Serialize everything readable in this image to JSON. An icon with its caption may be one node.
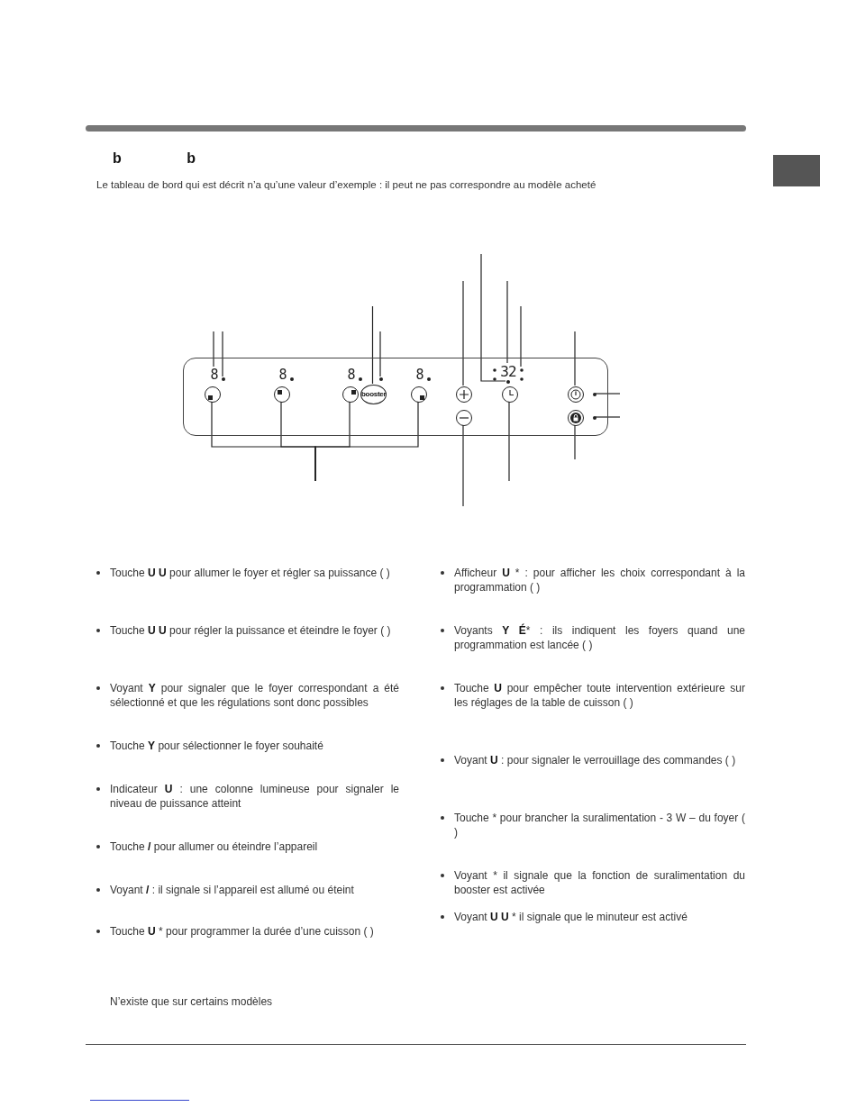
{
  "diagram": {
    "title": "b b",
    "nodes": [
      {
        "text": [],
        "shape": "box"
      },
      {
        "text": [
          "8"
        ],
        "in": 0
      },
      {
        "text": [],
        "shape": "circle",
        "in": 0
      },
      {
        "text": [
          "8"
        ],
        "in": 0
      },
      {
        "text": [],
        "shape": "circle",
        "in": 0
      },
      {
        "text": [
          "8"
        ],
        "in": 0
      },
      {
        "text": [],
        "shape": "circle",
        "in": 0
      },
      {
        "text": [],
        "shape": "circle",
        "in": 0
      },
      {
        "text": [
          "8"
        ],
        "in": 0
      },
      {
        "text": [],
        "shape": "circle",
        "in": 0
      },
      {
        "text": [],
        "shape": "circle",
        "in": 0
      },
      {
        "text": [
          "32"
        ],
        "in": 0
      },
      {
        "text": [],
        "shape": "circle",
        "in": 0
      },
      {
        "text": [],
        "shape": "circle",
        "in": 0
      },
      {
        "text": [],
        "shape": "circle",
        "in": 0
      },
      {
        "text": [],
        "shape": "circle",
        "in": 0
      },
      {
        "text": [],
        "shape": "circle",
        "in": 0
      },
      {
        "text": [
          "booster"
        ],
        "in": 0
      },
      {
        "text": [],
        "shape": "circle",
        "in": 0
      },
      {
        "text": [],
        "shape": "circle",
        "in": 0
      },
      {
        "text": [],
        "shape": "circle",
        "in": 0
      },
      {
        "text": [],
        "shape": "circle",
        "in": 0
      },
      {
        "text": [],
        "shape": "circle",
        "in": 0
      },
      {
        "text": [],
        "shape": "circle",
        "in": 0
      },
      {
        "text": [],
        "shape": "circle",
        "in": 0
      },
      {
        "text": [],
        "shape": "circle",
        "in": 0
      }
    ],
    "edges": [
      {
        "from": null,
        "to": 1,
        "arrow": "none"
      },
      {
        "from": null,
        "to": 2,
        "arrow": "none"
      },
      {
        "from": null,
        "to": 17,
        "arrow": "none"
      },
      {
        "from": null,
        "to": 7,
        "arrow": "none"
      },
      {
        "from": null,
        "to": 19,
        "arrow": "none"
      },
      {
        "from": null,
        "to": 12,
        "arrow": "none"
      },
      {
        "from": null,
        "to": 11,
        "arrow": "none"
      },
      {
        "from": null,
        "to": 13,
        "arrow": "none"
      },
      {
        "from": null,
        "to": 21,
        "arrow": "none"
      },
      {
        "from": null,
        "to": 22,
        "arrow": "none"
      },
      {
        "from": null,
        "to": 25,
        "arrow": "none"
      },
      {
        "from": null,
        "to": 24,
        "arrow": "none"
      },
      {
        "from": null,
        "to": 20,
        "arrow": "none"
      },
      {
        "from": null,
        "to": 23,
        "arrow": "none"
      },
      {
        "from": null,
        "to": 14,
        "arrow": "none"
      },
      {
        "from": null,
        "to": 15,
        "arrow": "none"
      },
      {
        "from": null,
        "to": 16,
        "arrow": "none"
      },
      {
        "from": null,
        "to": 18,
        "arrow": "none"
      }
    ],
    "labels": [
      "Le tableau de bord qui est décrit n’a qu’une valeur d’exemple : il peut ne pas correspondre au modèle acheté",
      "Touche **U** **U** pour allumer le foyer et régler sa puissance ( )",
      "Touche **U** **U** pour régler la puissance et éteindre le foyer ( )",
      "Voyant **Y** pour signaler que le foyer correspondant a été sélectionné et que les régulations sont donc possibles",
      "Touche **Y** pour sélectionner le foyer souhaité",
      "Indicateur **U** : une colonne lumineuse pour signaler le niveau de puissance atteint",
      "Touche **/** pour allumer ou éteindre l’appareil",
      "Voyant **/** : il signale si l’appareil est allumé ou éteint",
      "Touche **U** * pour programmer la durée d’une cuisson ( )",
      "Afficheur **U** * : pour afficher les choix correspondant à la programmation ( )",
      "Voyants **Y** **É*** : ils indiquent les foyers quand une programmation est lancée ( )",
      "Touche **U** pour empêcher toute intervention extérieure sur les réglages de la table de cuisson ( )",
      "Voyant **U** : pour signaler le verrouillage des commandes ( )",
      "Touche * pour brancher la suralimentation - 3 W – du foyer ( )",
      "Voyant * il signale que la fonction de suralimentation du booster est activée",
      "Voyant **U** **U** * il signale que le minuteur est activé",
      "N’existe que sur certains modèles"
    ]
  }
}
